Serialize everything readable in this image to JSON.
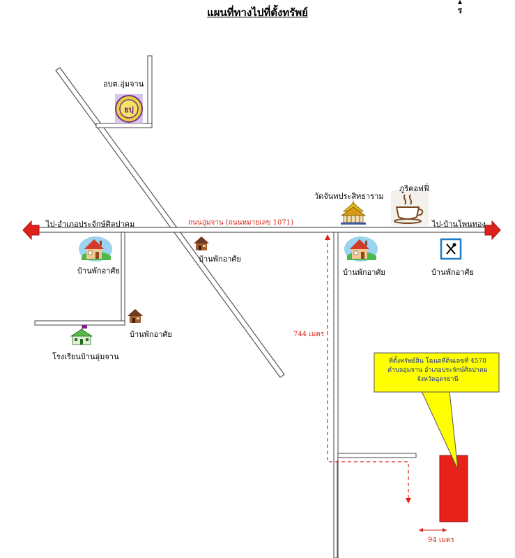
{
  "title": "แผนที่ทางไปที่ตั้งทรัพย์",
  "north_letter": "ร",
  "labels": {
    "tao_office": "อบต.อุ่มจาน",
    "west_direction": "ไป-อำเภอประจักษ์ศิลปาคม",
    "main_road": "ถนนอุ่มจาน (ถนนหมายเลข 1071)",
    "east_direction": "ไป-บ้านโพนทอง",
    "temple": "วัดจันทประสิทธาราม",
    "cafe": "ภูริคอฟฟี่",
    "house_a": "บ้านพักอาศัย",
    "house_b": "บ้านพักอาศัย",
    "house_c": "บ้านพักอาศัย",
    "house_d": "บ้านพักอาศัย",
    "house_e": "บ้านพักอาศัย",
    "school": "โรงเรียนบ้านอุ่มจาน",
    "distance_1": "744  เมตร",
    "distance_2": "94  เมตร"
  },
  "callout": {
    "line1": "ที่ตั้งทรัพย์สิน  โฉนดที่ดินเลขที่ 4570",
    "line2": "ตำบลอุ่มจาน อำเภอประจักษ์ศิลปาคม",
    "line3": "จังหวัดอุดรธานี"
  },
  "colors": {
    "road": "#555555",
    "arrow": "#e0201b",
    "dashed": "#e0201b",
    "property": "#e8211a",
    "callout_bg": "#ffff00",
    "callout_text": "#1a2ea0",
    "red_text": "#d4281c"
  },
  "icons": [
    "north-arrow-icon",
    "tao-logo-icon",
    "house-icon",
    "small-house-icon",
    "temple-icon",
    "coffee-icon",
    "restaurant-icon",
    "school-icon"
  ]
}
